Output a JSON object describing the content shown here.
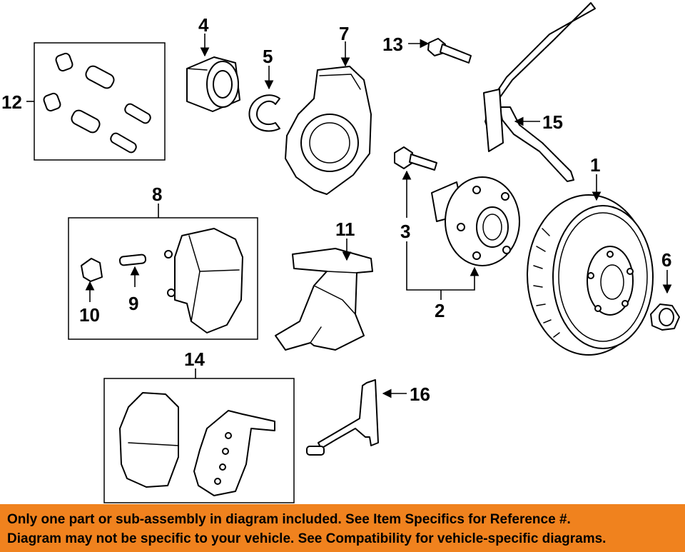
{
  "callouts": {
    "c1": "1",
    "c2": "2",
    "c3": "3",
    "c4": "4",
    "c5": "5",
    "c6": "6",
    "c7": "7",
    "c8": "8",
    "c9": "9",
    "c10": "10",
    "c11": "11",
    "c12": "12",
    "c13": "13",
    "c14": "14",
    "c15": "15",
    "c16": "16"
  },
  "footer": {
    "line1": "Only one part or sub-assembly in diagram included. See Item Specifics for Reference #.",
    "line2": "Diagram may not be specific to your vehicle. See Compatibility for vehicle-specific diagrams."
  },
  "colors": {
    "footer_background": "#f0821e",
    "line_art": "#000000",
    "background": "#ffffff"
  }
}
